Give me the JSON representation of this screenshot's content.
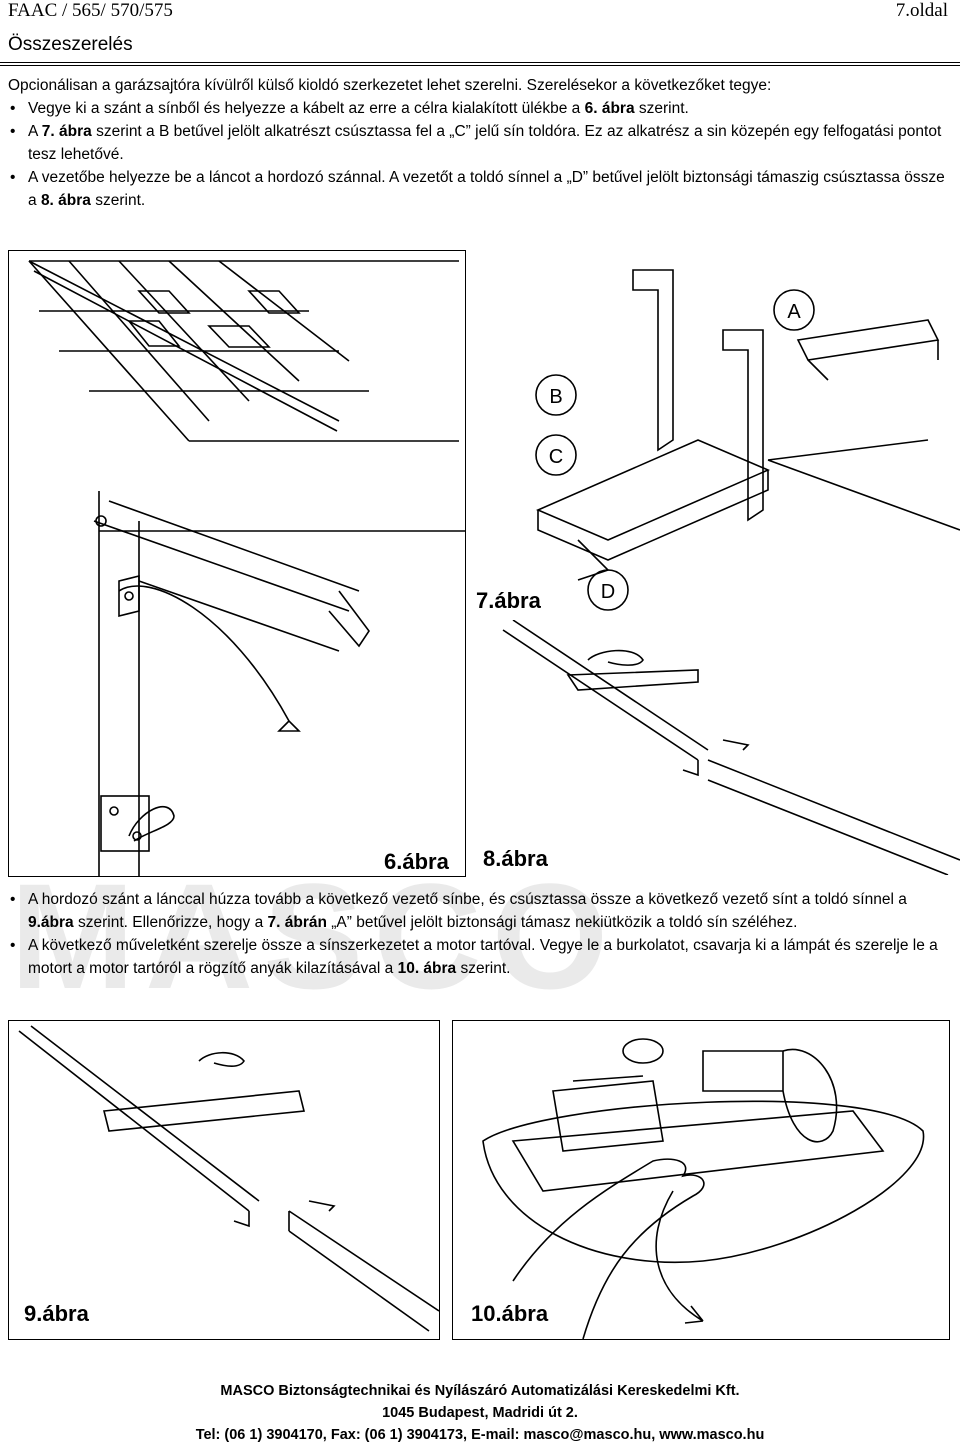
{
  "header": {
    "left": "FAAC / 565/ 570/575",
    "right": "7.oldal",
    "section": "Összeszerelés"
  },
  "intro": {
    "line": "Opcionálisan a garázsajtóra kívülről külső kioldó szerkezetet lehet szerelni. Szerelésekor a következőket tegye:",
    "bullets": [
      {
        "pre": "Vegye ki a szánt a sínből és helyezze a kábelt az erre a célra kialakított ülékbe a ",
        "bold": "6. ábra",
        "post": " szerint."
      },
      {
        "pre": "A ",
        "bold": "7. ábra",
        "post": " szerint a B betűvel jelölt alkatrészt csúsztassa fel a „C” jelű sín toldóra. Ez az alkatrész a sin közepén egy felfogatási pontot tesz lehetővé."
      },
      {
        "pre": "A vezetőbe helyezze be a láncot a hordozó szánnal. A vezetőt a toldó sínnel a „D” betűvel jelölt biztonsági támaszig csúsztassa össze a ",
        "bold": "8. ábra",
        "post": " szerint."
      }
    ]
  },
  "figures": {
    "fig6": "6.ábra",
    "fig7": "7.ábra",
    "fig8": "8.ábra",
    "fig9": "9.ábra",
    "fig10": "10.ábra",
    "callout_a": "A",
    "callout_b": "B",
    "callout_c": "C",
    "callout_d": "D"
  },
  "middle": {
    "bullets": [
      {
        "t1": "A hordozó szánt a lánccal húzza tovább a következő vezető sínbe, és csúsztassa össze a következő vezető sínt a toldó sínnel a ",
        "b1": "9.ábra",
        "t2": " szerint. Ellenőrizze, hogy a ",
        "b2": "7. ábrán",
        "t3": " „A” betűvel jelölt biztonsági támasz nekiütközik a toldó sín széléhez."
      },
      {
        "t1": "A következő műveletként szerelje össze a sínszerkezetet a motor tartóval. Vegye le a burkolatot, csavarja ki a lámpát és szerelje le a motort a motor tartóról a rögzítő anyák kilazításával a ",
        "b1": "10. ábra",
        "t2": " szerint."
      }
    ]
  },
  "watermark": "MASCO",
  "footer": {
    "line1": "MASCO Biztonságtechnikai és Nyílászáró Automatizálási Kereskedelmi Kft.",
    "line2": "1045 Budapest, Madridi út 2.",
    "line3": "Tel: (06 1) 3904170, Fax: (06 1) 3904173, E-mail: masco@masco.hu, www.masco.hu"
  }
}
